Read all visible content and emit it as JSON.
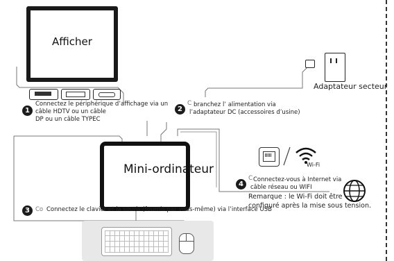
{
  "monitor": {
    "label": "Afficher"
  },
  "adapter": {
    "label": "Adaptateur secteur"
  },
  "pc": {
    "label": "Mini-ordinateur"
  },
  "wifi": {
    "label": "Wi-Fi"
  },
  "steps": [
    {
      "num": "1",
      "line1": "Connectez le périphérique d’affichage via un",
      "line2": "câble HDTV ou un câble",
      "line3": "DP ou un câble TYPEC"
    },
    {
      "num": "2",
      "prefix": "C",
      "line1": "branchez l’ alimentation via",
      "line2": "l’adaptateur DC (accessoires d’usine)"
    },
    {
      "num": "3",
      "prefix": "Co",
      "line1": "Connectez le clavier et la souris (fournis par vous-même) via l’interface USB"
    },
    {
      "num": "4",
      "prefix": "C",
      "line1": "Connectez-vous à Internet via",
      "line2": "câble réseau ou WIFI"
    }
  ],
  "note": {
    "line1": "Remarque : le Wi-Fi doit être",
    "line2": "configuré après la mise sous tension."
  }
}
